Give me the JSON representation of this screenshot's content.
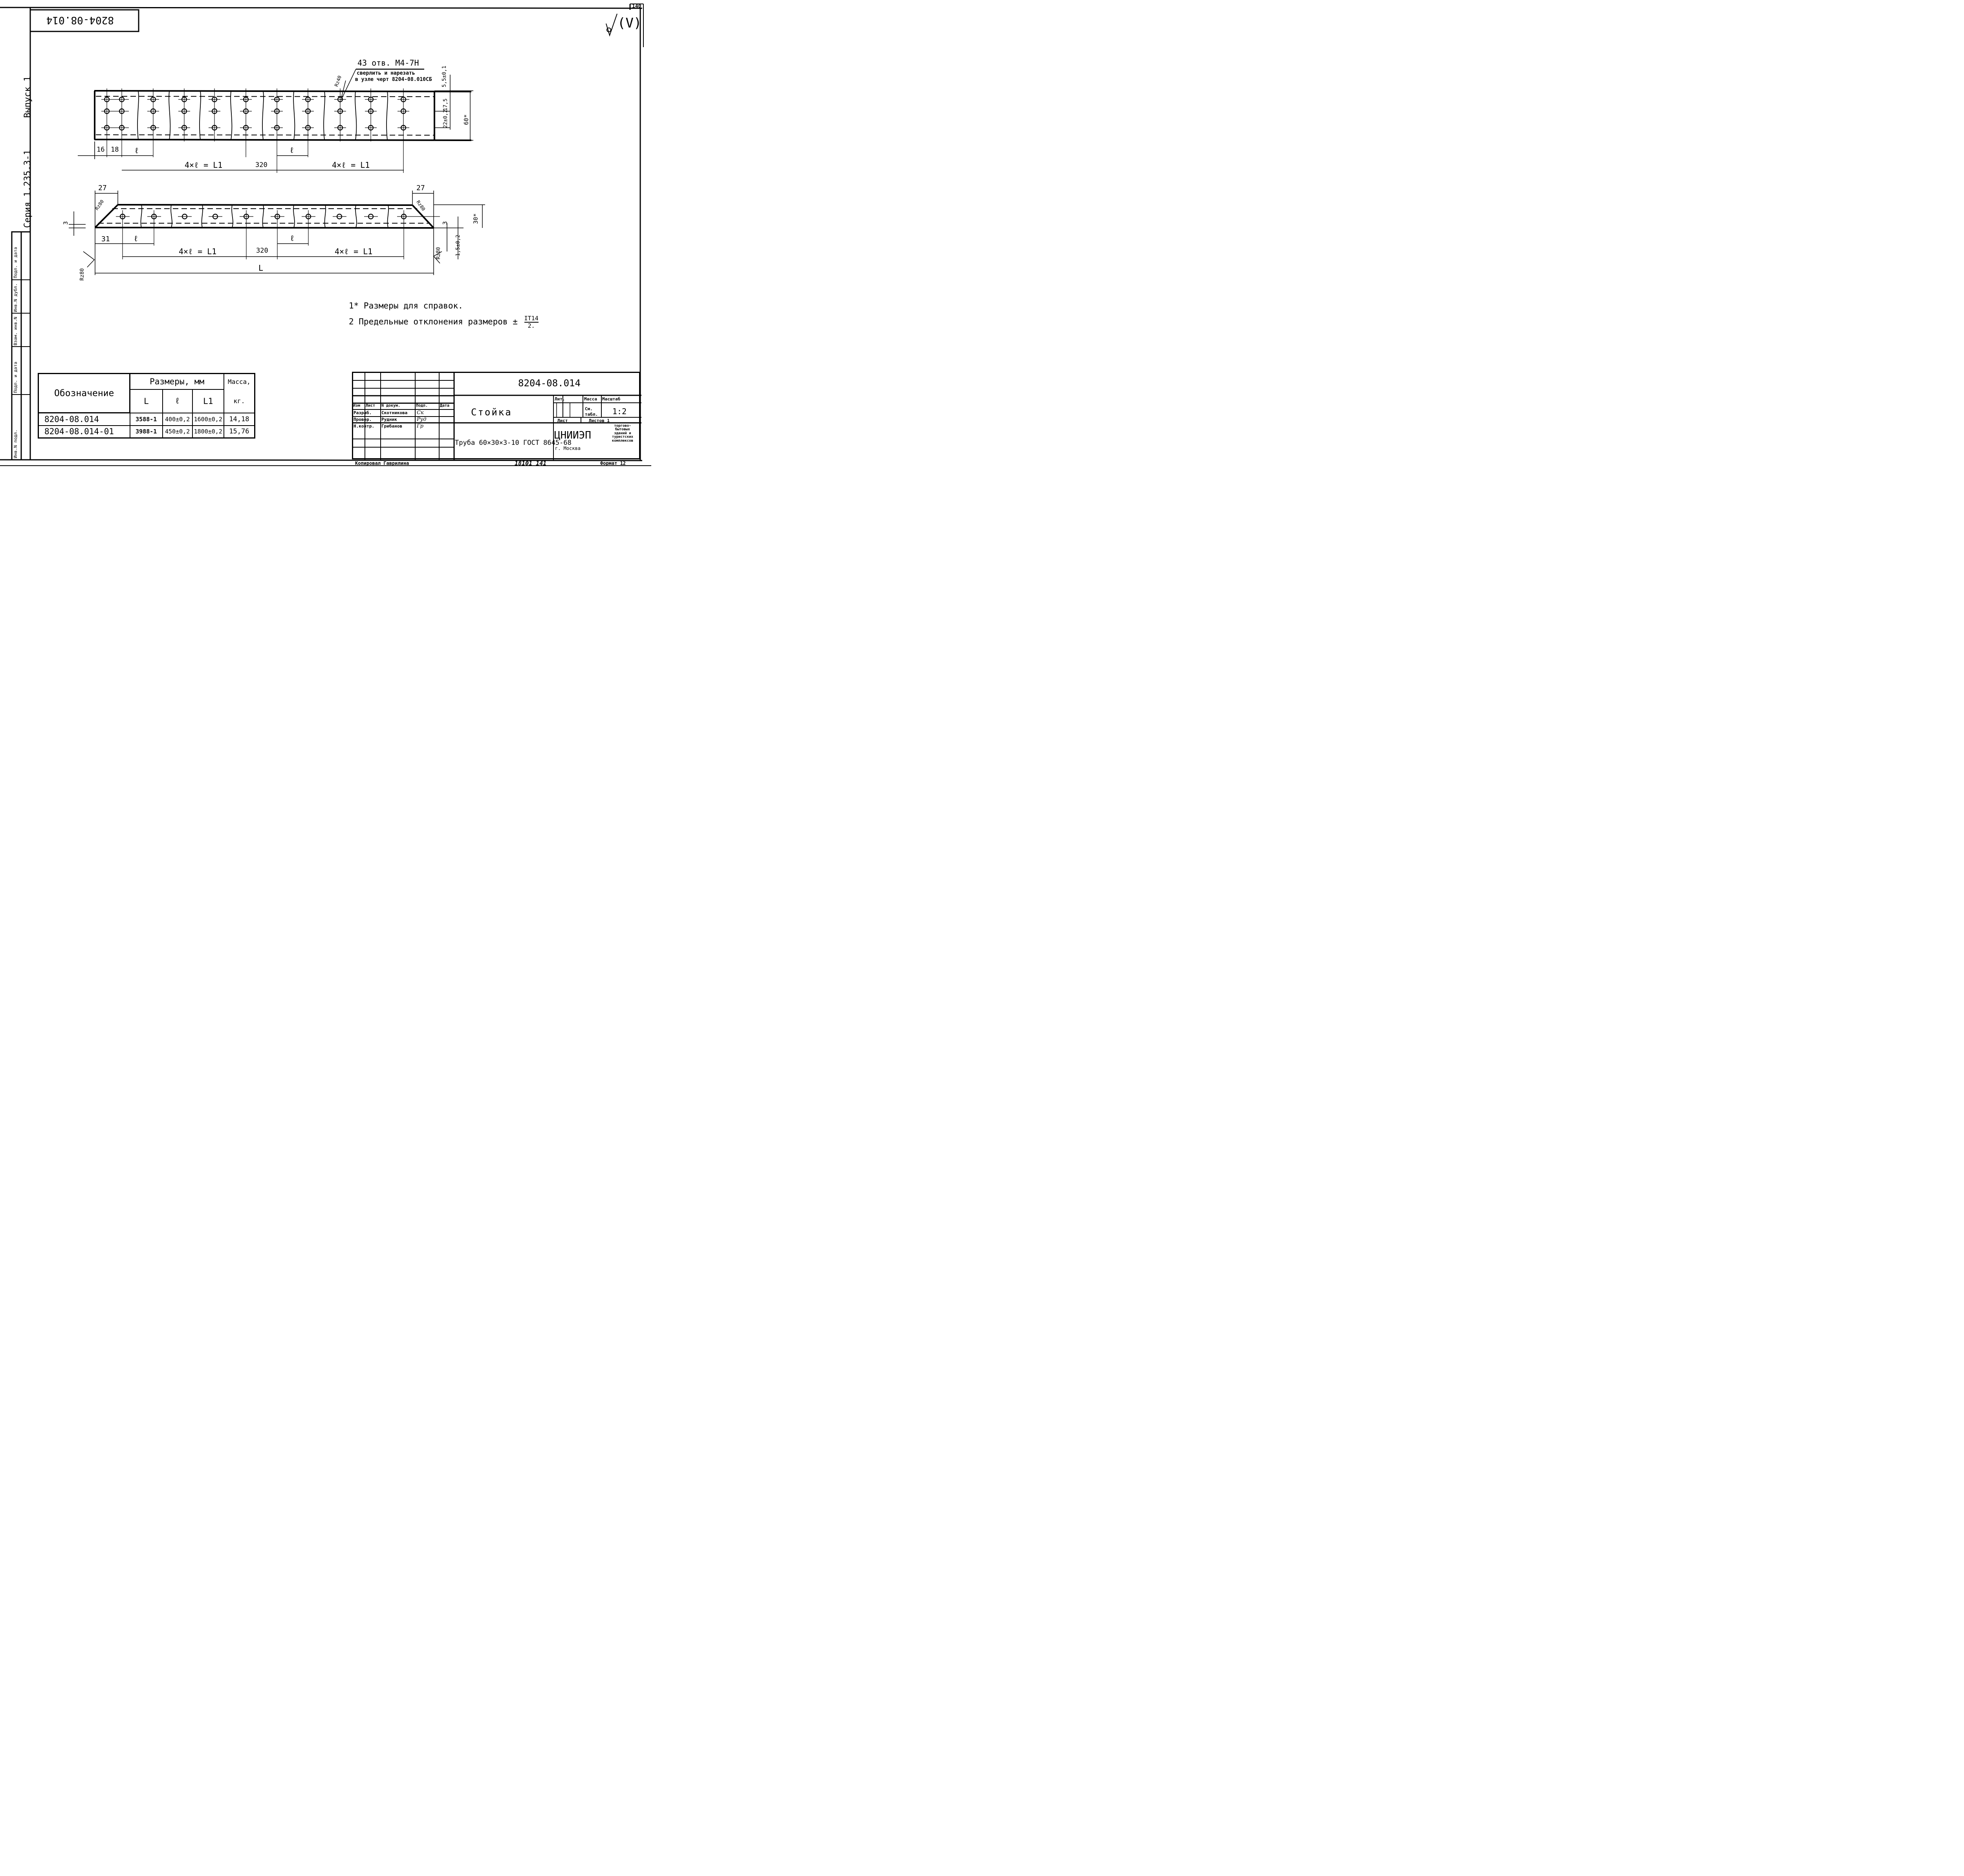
{
  "sheet": {
    "page_number": "140",
    "corner_stamp": "8204-08.014",
    "roughness_symbol": "√(V)",
    "side_labels": {
      "series": "Серия 1.235.3-1",
      "issue": "Выпуск 1",
      "cells": [
        "Подп. и дата",
        "Инв.N дубл.",
        "Взам. инв.N",
        "Подп. и дата",
        "Инв.N подл."
      ]
    }
  },
  "drawing_top": {
    "callout_line1": "43 отв. М4-7Н",
    "callout_line2": "сверлить и нарезать",
    "callout_line3": "в узле черт 8204-08.010СБ",
    "rz_label": "Rz40",
    "dims": {
      "d16": "16",
      "d18": "18",
      "l": "ℓ",
      "four_l_left": "4×ℓ = L1",
      "d320": "320",
      "l_mid": "ℓ",
      "four_l_right": "4×ℓ = L1",
      "v55": "5,5±0,1",
      "v175": "17,5",
      "v22": "22±0,2",
      "v60": "60*"
    }
  },
  "drawing_bottom": {
    "dims": {
      "d27_left": "27",
      "d27_right": "27",
      "rz80_left": "Rz80",
      "rz80_right": "Rz80",
      "d3_left": "3",
      "d31": "31",
      "l": "ℓ",
      "four_l_left": "4×ℓ = L1",
      "d320": "320",
      "l_mid": "ℓ",
      "four_l_right": "4×ℓ = L1",
      "total": "L",
      "rz80_bottom_left": "Rz80",
      "rz80_bottom_right": "Rz80",
      "d3_right": "3",
      "d15": "1,5±0,2",
      "d30": "30*"
    }
  },
  "notes": {
    "note1": "1* Размеры для справок.",
    "note2_prefix": "2 Предельные отклонения размеров ±",
    "note2_num": "IT14",
    "note2_den": "2."
  },
  "table": {
    "headers": {
      "designation": "Обозначение",
      "sizes": "Размеры, мм",
      "L": "L",
      "l": "ℓ",
      "L1": "L1",
      "mass": "Масса,",
      "mass_unit": "кг."
    },
    "rows": [
      {
        "designation": "8204-08.014",
        "L": "3588-1",
        "l": "400±0,2",
        "L1": "1600±0,2",
        "mass": "14,18"
      },
      {
        "designation": "8204-08.014-01",
        "L": "3988-1",
        "l": "450±0,2",
        "L1": "1800±0,2",
        "mass": "15,76"
      }
    ]
  },
  "title_block": {
    "doc_number": "8204-08.014",
    "title": "Стойка",
    "material": "Труба 60×30×3-10 ГОСТ 8645-68",
    "col_headers": [
      "Изм",
      "Лист",
      "N докум.",
      "Подп.",
      "Дата"
    ],
    "roles": [
      {
        "role": "Разраб.",
        "name": "Скотникова",
        "sign": "Ск"
      },
      {
        "role": "Провер.",
        "name": "Рудник",
        "sign": "Руд"
      },
      {
        "role": "Н.контр.",
        "name": "Грибанов",
        "sign": "Гр"
      }
    ],
    "lit_label": "Лит.",
    "mass_label": "Масса",
    "scale_label": "Масштаб",
    "mass_value": "См. табл.",
    "scale_value": "1:2",
    "sheet_label": "Лист",
    "sheets_label": "Листов 1",
    "org": "ЦНИИЭП",
    "city": "г. Москва",
    "org_desc": [
      "торгово-",
      "бытовых",
      "зданий и",
      "туристских",
      "комплексов"
    ],
    "copied_by": "Копировал Гаврилина",
    "order_no": "18101 141",
    "format": "Формат 12"
  }
}
